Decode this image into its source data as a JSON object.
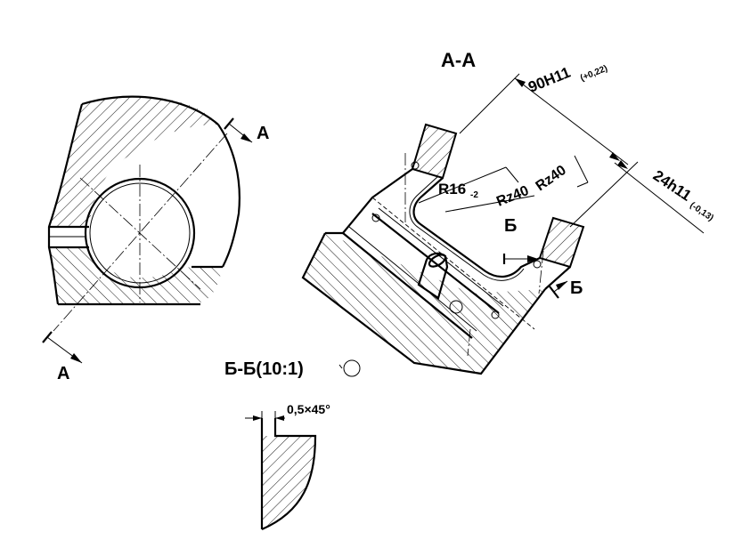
{
  "section_aa": {
    "title": "А-А",
    "dim_width": "90H11",
    "dim_width_tol": "(+0,22)",
    "dim_depth": "24h11",
    "dim_depth_tol": "(-0,13)",
    "radius": "R16",
    "radius_tol": "-2",
    "roughness_1": "Rz40",
    "roughness_2": "Rz40"
  },
  "cut_a": {
    "top_label": "А",
    "bottom_label": "А"
  },
  "cut_b": {
    "top_label": "Б",
    "bottom_label": "Б"
  },
  "section_bb": {
    "title": "Б-Б(10:1)",
    "chamfer": "0,5×45°"
  }
}
